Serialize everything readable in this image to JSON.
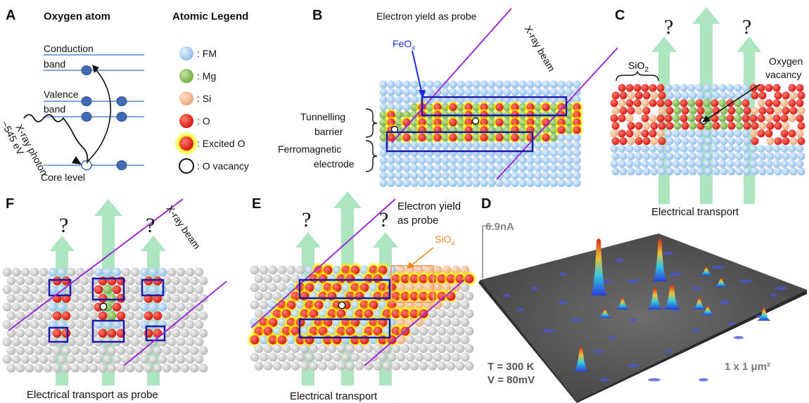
{
  "panels": {
    "A": {
      "letter": "A",
      "title": "Oxygen atom",
      "conduction": [
        "Conduction",
        "band"
      ],
      "valence": [
        "Valence",
        "band"
      ],
      "photon": [
        "X-ray photon",
        "~545 eV"
      ],
      "core": "Core level"
    },
    "legend": {
      "title": "Atomic Legend",
      "items": [
        {
          "label": ": FM",
          "color": "#9cc7ef"
        },
        {
          "label": ": Mg",
          "color": "#7fbf4a"
        },
        {
          "label": ": Si",
          "color": "#f1b48a"
        },
        {
          "label": ": O",
          "color": "#e8201c"
        },
        {
          "label": ": Excited O",
          "color": "#e8201c"
        },
        {
          "label": ": O vacancy",
          "color": "#ffffff"
        }
      ]
    },
    "B": {
      "letter": "B",
      "yield": "Electron yield as probe",
      "feox": "FeO",
      "feox_sub": "x",
      "xray": "X-ray beam",
      "tunnel": [
        "Tunnelling",
        "barrier"
      ],
      "ferro": [
        "Ferromagnetic",
        "electrode"
      ]
    },
    "C": {
      "letter": "C",
      "q": "?",
      "sio2": "SiO",
      "sio2_sub": "2",
      "vacancy": [
        "Oxygen",
        "vacancy"
      ],
      "transport": "Electrical transport"
    },
    "D": {
      "letter": "D",
      "current": "6.9nA",
      "temp": "T = 300 K",
      "volt": "V = 80mV",
      "area": "1 x 1 μm²"
    },
    "E": {
      "letter": "E",
      "q": "?",
      "yield": [
        "Electron yield",
        "as probe"
      ],
      "siox": "SiO",
      "siox_sub": "x",
      "transport": "Electrical transport"
    },
    "F": {
      "letter": "F",
      "q": "?",
      "xray": "X-ray beam",
      "transport": "Electrical transport as probe"
    }
  },
  "colors": {
    "fm": "#9cc7ef",
    "mg": "#7fbf4a",
    "si": "#f1b48a",
    "o": "#e8201c",
    "glow": "#fff200",
    "grey": "#c9c9c9",
    "frame": "#1a1aa8",
    "beam": "#9b2bd6",
    "arrow": "#9fe0b5"
  }
}
